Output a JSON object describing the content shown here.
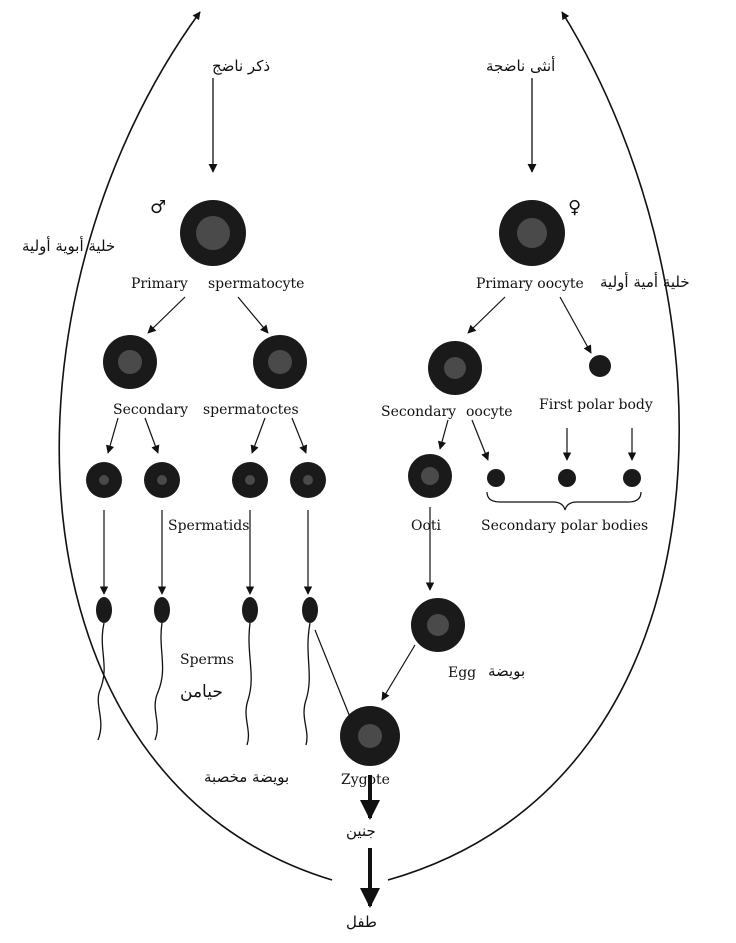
{
  "labels": {
    "male_adult": "ذكر ناضج",
    "female_adult": "أنثى ناضجة",
    "male_symbol": "♂",
    "female_symbol": "♀",
    "primary_spermatocyte_ar": "خلية أبوية أولية",
    "primary_spermatocyte_word1": "Primary",
    "primary_spermatocyte_word2": "spermatocyte",
    "primary_oocyte": "Primary oocyte",
    "primary_oocyte_ar": "خلية أمية أولية",
    "secondary_spermatocytes_word1": "Secondary",
    "secondary_spermatocytes_word2": "spermatoctes",
    "secondary_oocyte_word1": "Secondary",
    "secondary_oocyte_word2": "oocyte",
    "first_polar_body": "First polar body",
    "spermatids": "Spermatids",
    "ootid": "Ooti",
    "secondary_polar_bodies": "Secondary polar bodies",
    "sperms": "Sperms",
    "sperms_ar": "حيامن",
    "egg": "Egg",
    "egg_ar": "بويضة",
    "zygote": "Zygote",
    "zygote_ar": "بويضة مخصبة",
    "embryo_ar": "جنين",
    "child_ar": "طفل"
  },
  "colors": {
    "ink": "#111111",
    "cell": "#1a1a1a",
    "background": "#ffffff"
  }
}
